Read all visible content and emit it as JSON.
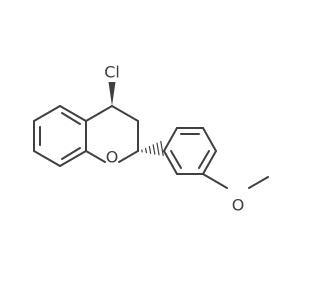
{
  "molecule": {
    "atoms": {
      "chlorine": "Cl",
      "ring_oxygen": "O",
      "methoxy_oxygen": "O"
    },
    "colors": {
      "bond": "#404040",
      "label": "#404040",
      "background": "#ffffff"
    }
  }
}
